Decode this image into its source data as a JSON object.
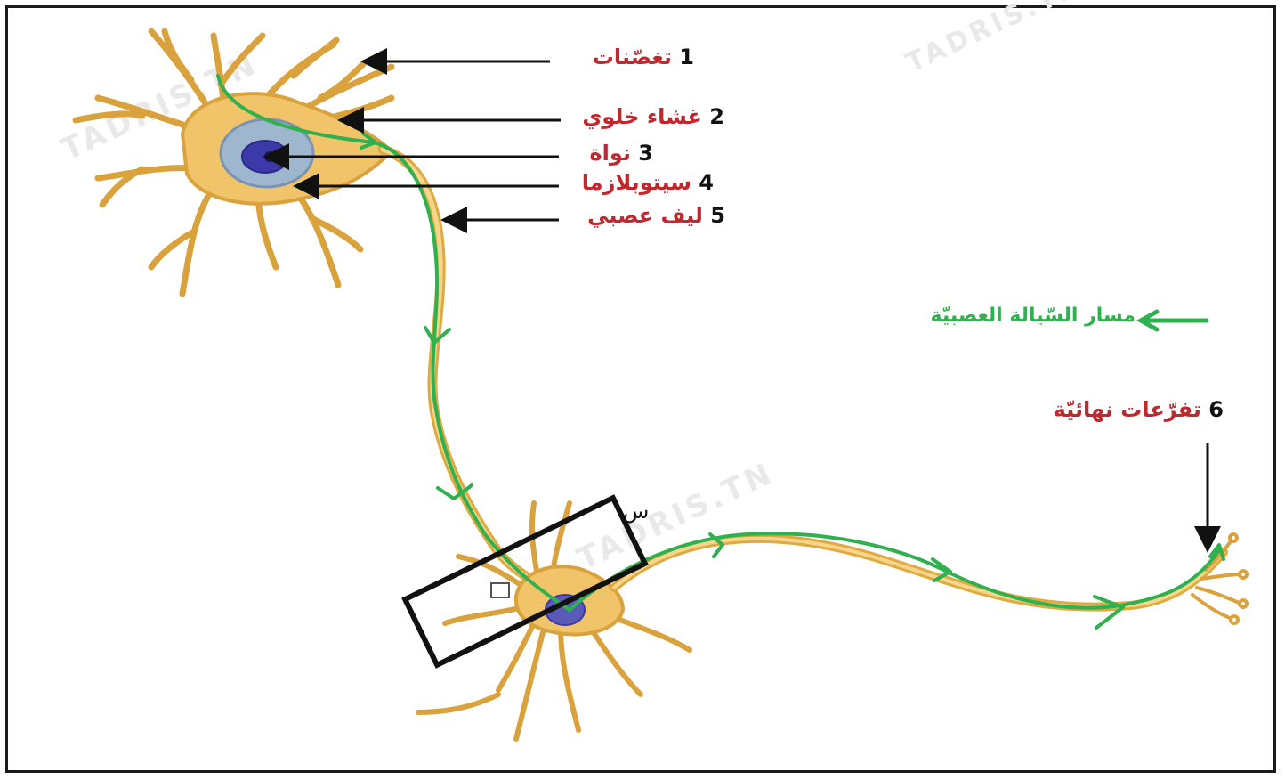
{
  "labels": [
    {
      "number": "1",
      "text": "تغصّنات"
    },
    {
      "number": "2",
      "text": "غشاء خلوي"
    },
    {
      "number": "3",
      "text": "نواة"
    },
    {
      "number": "4",
      "text": "سيتوبلازما"
    },
    {
      "number": "5",
      "text": "ليف عصبي"
    },
    {
      "number": "6",
      "text": "تفرّعات نهائيّة"
    }
  ],
  "legend": {
    "text": "مسار السّيالة العصبيّة"
  },
  "box_label": "س",
  "watermark": "TADRIS.TN",
  "colors": {
    "label_text": "#c0282e",
    "number_text": "#111111",
    "signal_path": "#2fb14f",
    "neuron_fill": "#f2c46a",
    "neuron_outline": "#d9a23d",
    "nucleus": "#3b3aa8"
  }
}
